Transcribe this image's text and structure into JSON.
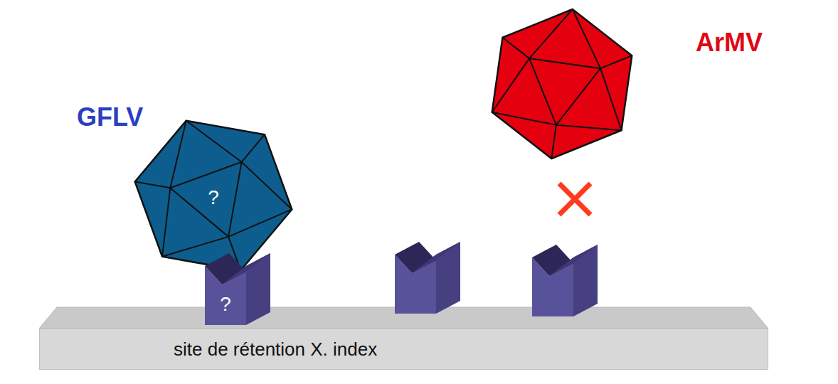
{
  "diagram": {
    "nodes": [
      {
        "text": [
          "GFLV",
          "?"
        ]
      },
      {
        "text": [
          "ArMV"
        ]
      },
      {
        "text": [
          "?"
        ]
      },
      {
        "text": [
          "site de rétention X. index"
        ]
      }
    ]
  }
}
